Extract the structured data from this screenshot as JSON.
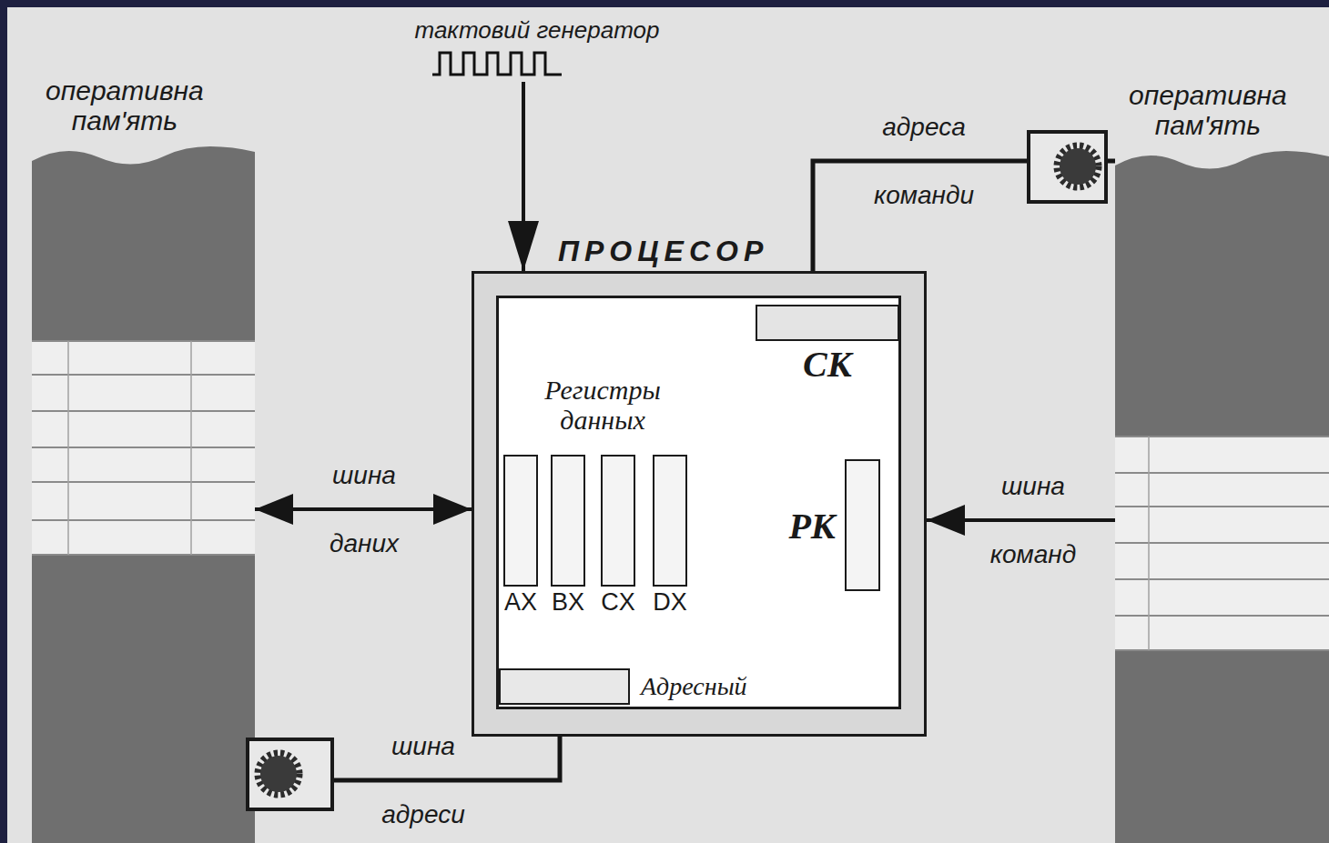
{
  "diagram": {
    "nodes": [
      {
        "text": [
          "оперативна пам'ять"
        ]
      },
      {
        "text": [
          "тактовий генератор"
        ]
      },
      {
        "text": [
          "ПРОЦЕСОР"
        ]
      },
      {
        "text": [
          "СК"
        ],
        "in": 2
      },
      {
        "text": [
          "AX"
        ],
        "in": 2
      },
      {
        "text": [
          "BX"
        ],
        "in": 2
      },
      {
        "text": [
          "CX"
        ],
        "in": 2
      },
      {
        "text": [
          "DX"
        ],
        "in": 2
      },
      {
        "text": [
          "РК"
        ],
        "in": 2
      },
      {
        "text": [
          "Адресный"
        ],
        "in": 2
      },
      {
        "text": [
          "оперативна пам'ять"
        ]
      }
    ],
    "edges": [
      {
        "from": 1,
        "to": 2,
        "arrow": "to"
      },
      {
        "from": 2,
        "to": 0,
        "label": "шина даних",
        "arrow": "both"
      },
      {
        "from": 10,
        "to": 2,
        "label": "шина команд",
        "arrow": "to"
      },
      {
        "from": 2,
        "to": 0,
        "label": "шина адреси",
        "arrow": "none"
      },
      {
        "from": 2,
        "to": 10,
        "label": "адреса команди",
        "arrow": "none"
      }
    ],
    "labels": [
      "Регистры данных"
    ]
  }
}
